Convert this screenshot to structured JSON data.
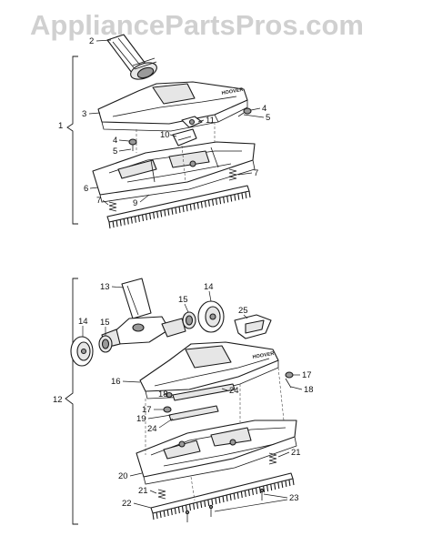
{
  "watermark": "AppliancePartsPros.com",
  "callouts": {
    "c1": "1",
    "c2": "2",
    "c3": "3",
    "c4a": "4",
    "c4b": "4",
    "c5a": "5",
    "c5b": "5",
    "c6": "6",
    "c7a": "7",
    "c7b": "7",
    "c9": "9",
    "c10": "10",
    "c11": "11",
    "c12": "12",
    "c13": "13",
    "c14a": "14",
    "c14b": "14",
    "c15a": "15",
    "c15b": "15",
    "c16": "16",
    "c17a": "17",
    "c17b": "17",
    "c18a": "18",
    "c18b": "18",
    "c19": "19",
    "c20": "20",
    "c21a": "21",
    "c21b": "21",
    "c22": "22",
    "c23": "23",
    "c24a": "24",
    "c24b": "24",
    "c25": "25"
  },
  "labels": {
    "brand_upper": "HOOVER",
    "brand_lower": "HOOVER"
  }
}
